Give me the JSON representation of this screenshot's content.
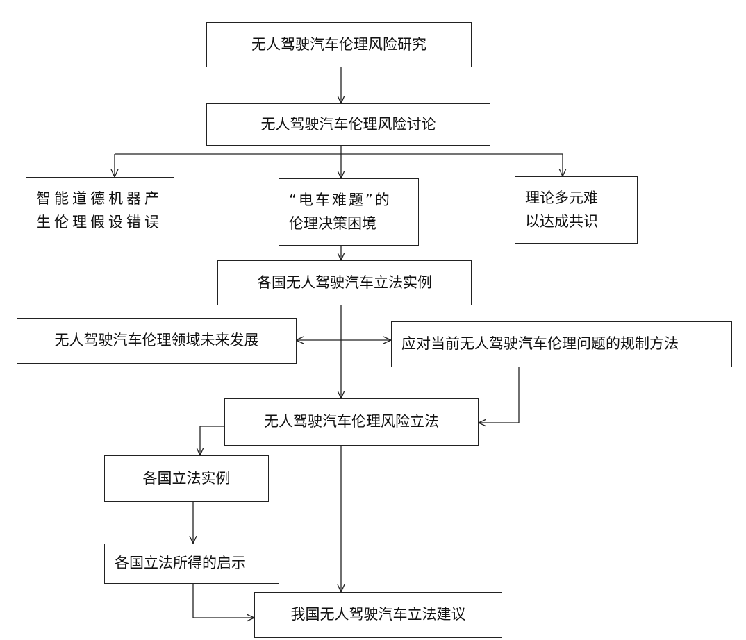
{
  "nodes": {
    "research": "无人驾驶汽车伦理风险研究",
    "discussion": "无人驾驶汽车伦理风险讨论",
    "smart_moral_line1": "智能道德机器产",
    "smart_moral_line2": "生伦理假设错误",
    "trolley_line1": "“电车难题”的",
    "trolley_line2": "伦理决策困境",
    "pluralism_line1": "理论多元难",
    "pluralism_line2": "以达成共识",
    "country_cases": "各国无人驾驶汽车立法实例",
    "future_dev": "无人驾驶汽车伦理领域未来发展",
    "regulation_methods": "应对当前无人驾驶汽车伦理问题的规制方法",
    "risk_legislation": "无人驾驶汽车伦理风险立法",
    "legislation_examples": "各国立法实例",
    "legislation_insights": "各国立法所得的启示",
    "china_suggestions": "我国无人驾驶汽车立法建议"
  }
}
